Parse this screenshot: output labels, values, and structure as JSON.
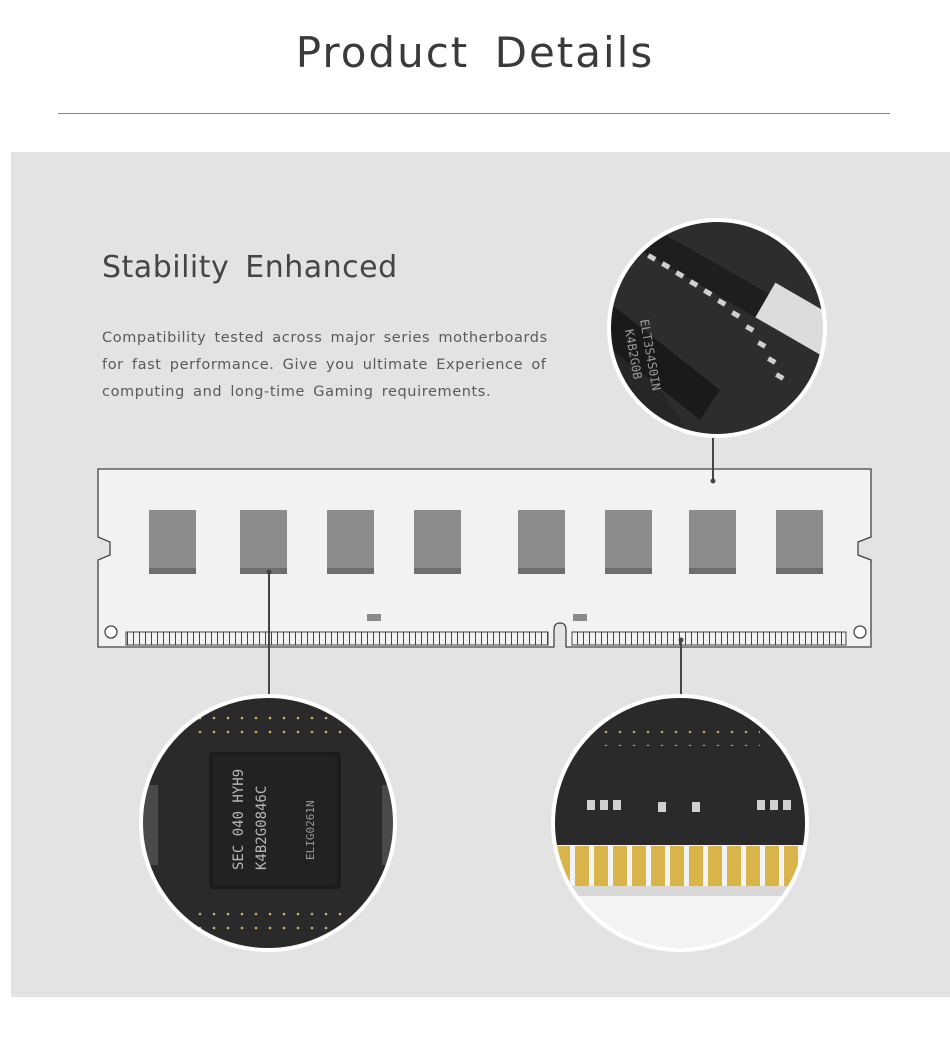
{
  "header": {
    "title": "Product Details"
  },
  "feature": {
    "heading": "Stability Enhanced",
    "description_lines": [
      "Compatibility tested across major series motherboards",
      "for fast performance. Give you ultimate Experience of",
      "computing and long-time Gaming requirements."
    ]
  },
  "chip_markings": {
    "top_zoom": [
      "ELT3S4S0IN",
      "K4B2G0B"
    ],
    "bottom_left_zoom": [
      "SEC 040 HYH9",
      "K4B2G0846C",
      "ELIG0261N"
    ]
  },
  "colors": {
    "panel": "#e3e3e3",
    "pcb": "#2b2b2b",
    "chip": "#8c8c8c",
    "gold_contact": "#d9b44a"
  }
}
